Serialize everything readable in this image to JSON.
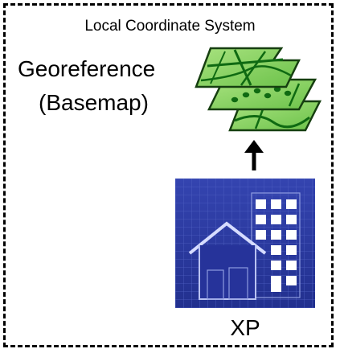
{
  "frame": {
    "title": "Local Coordinate System"
  },
  "basemap": {
    "label_line1": "Georeference",
    "label_line2": "(Basemap)",
    "icon": "map-layers-icon"
  },
  "xp": {
    "label": "XP",
    "icon": "building-blueprint-icon"
  },
  "arrow": {
    "icon": "arrow-up-icon"
  },
  "colors": {
    "map_fill": "#8fd36a",
    "map_stroke": "#1b4d14",
    "map_road": "#0f6a12",
    "blueprint_bg": "#2b3aa0",
    "blueprint_grid": "#5565c4"
  }
}
